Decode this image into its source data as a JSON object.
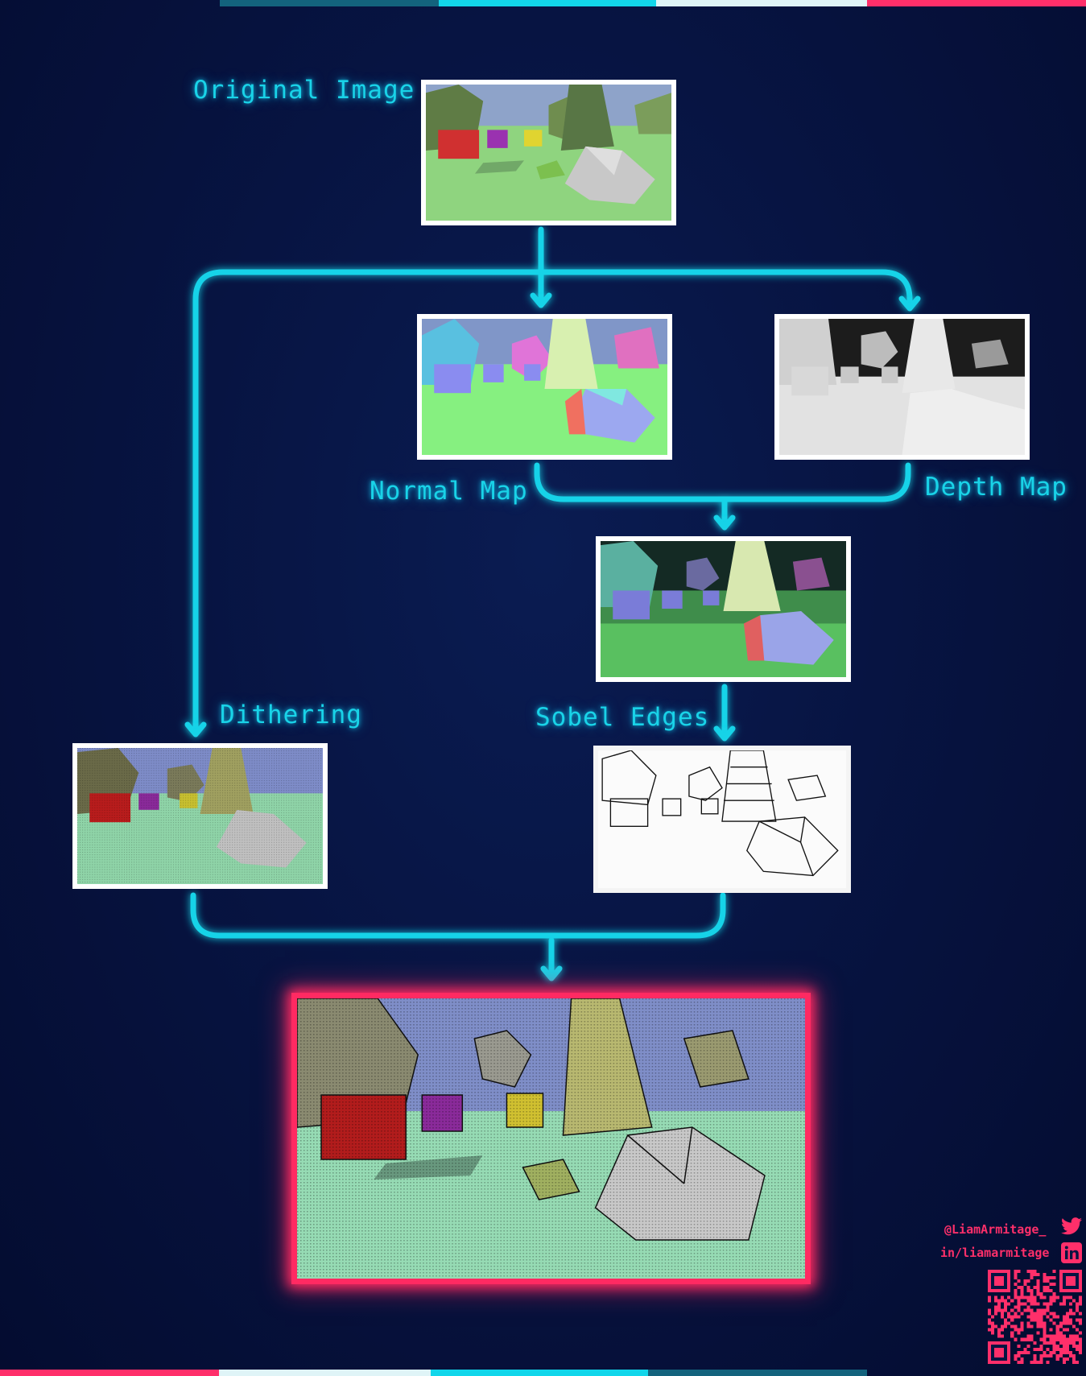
{
  "labels": {
    "original": "Original Image",
    "normal": "Normal Map",
    "depth": "Depth Map",
    "dithering": "Dithering",
    "sobel": "Sobel Edges"
  },
  "social": {
    "twitter": "@LiamArmitage_",
    "linkedin": "in/liamarmitage"
  },
  "icons": [
    "twitter-icon",
    "linkedin-icon",
    "qr-code"
  ],
  "colors": {
    "accent": "#19d3e8",
    "highlight": "#ff2a62",
    "background": "#071442"
  }
}
